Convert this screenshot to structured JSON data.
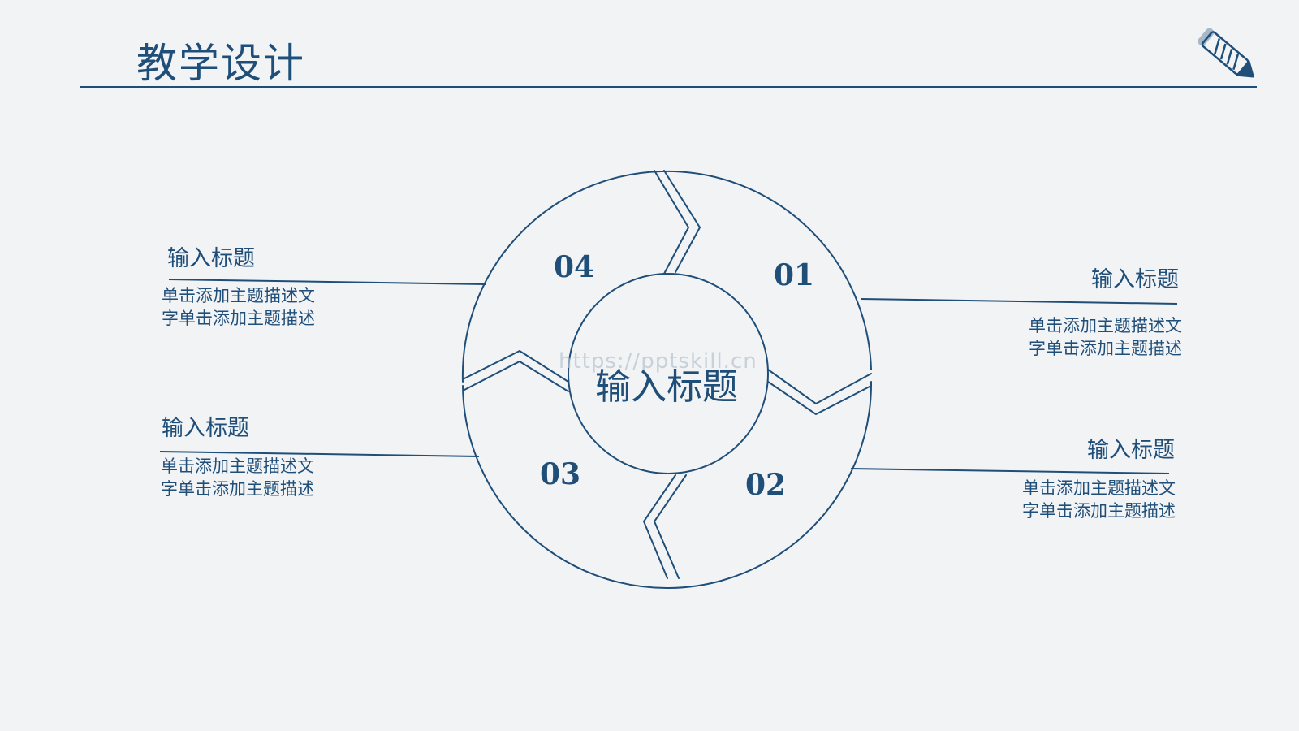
{
  "page": {
    "title": "教学设计"
  },
  "watermark": "https://pptskill.cn",
  "diagram": {
    "center_label": "输入标题",
    "segments": [
      {
        "number": "04"
      },
      {
        "number": "01"
      },
      {
        "number": "03"
      },
      {
        "number": "02"
      }
    ],
    "items": [
      {
        "title": "输入标题",
        "desc_line1": "单击添加主题描述文",
        "desc_line2": "字单击添加主题描述"
      },
      {
        "title": "输入标题",
        "desc_line1": "单击添加主题描述文",
        "desc_line2": "字单击添加主题描述"
      },
      {
        "title": "输入标题",
        "desc_line1": "单击添加主题描述文",
        "desc_line2": "字单击添加主题描述"
      },
      {
        "title": "输入标题",
        "desc_line1": "单击添加主题描述文",
        "desc_line2": "字单击添加主题描述"
      }
    ]
  },
  "icons": {
    "decoration": "pencil-icon"
  },
  "colors": {
    "primary": "#1f4e79",
    "background": "#f1f3f5"
  }
}
